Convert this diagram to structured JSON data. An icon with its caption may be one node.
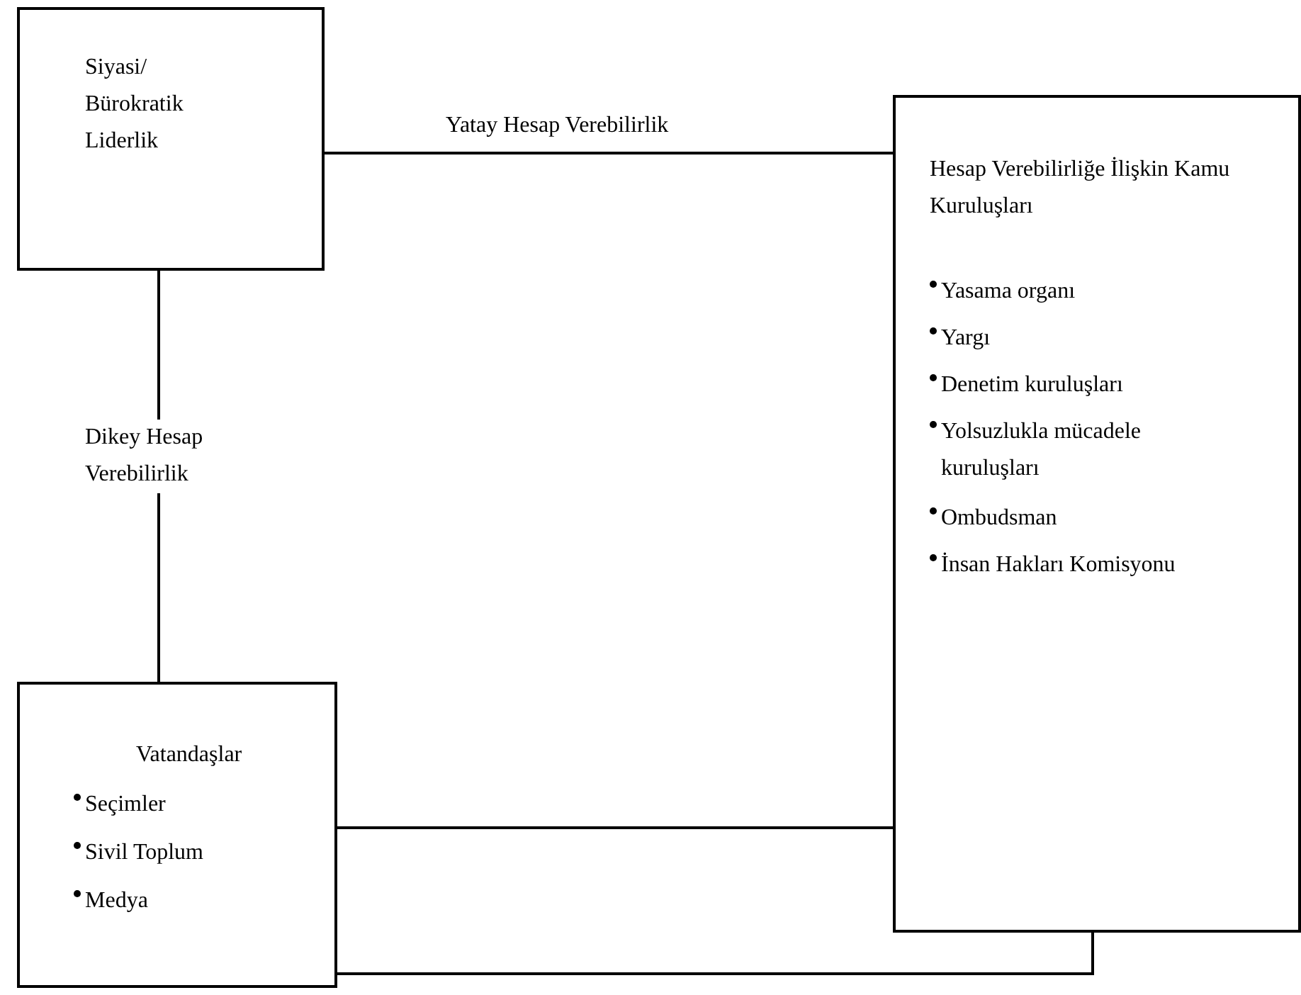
{
  "diagram": {
    "nodes": [
      {
        "text": [
          "Siyasi/ Bürokratik Liderlik"
        ]
      },
      {
        "text": [
          "Hesap Verebilirliğe İlişkin Kamu Kuruluşları",
          "Yasama organı",
          "Yargı",
          "Denetim kuruluşları",
          "Yolsuzlukla mücadele kuruluşları",
          "Ombudsman",
          "İnsan Hakları Komisyonu"
        ]
      },
      {
        "text": [
          "Vatandaşlar",
          "Seçimler",
          "Sivil Toplum",
          "Medya"
        ]
      }
    ],
    "edges": [
      {
        "from": 0,
        "to": 1,
        "arrow": "none",
        "label": "Yatay Hesap Verebilirlik"
      },
      {
        "from": 0,
        "to": 2,
        "arrow": "none",
        "label": "Dikey Hesap Verebilirlik"
      },
      {
        "from": 2,
        "to": 1,
        "arrow": "none"
      },
      {
        "from": 2,
        "to": 1,
        "arrow": "none"
      }
    ]
  }
}
